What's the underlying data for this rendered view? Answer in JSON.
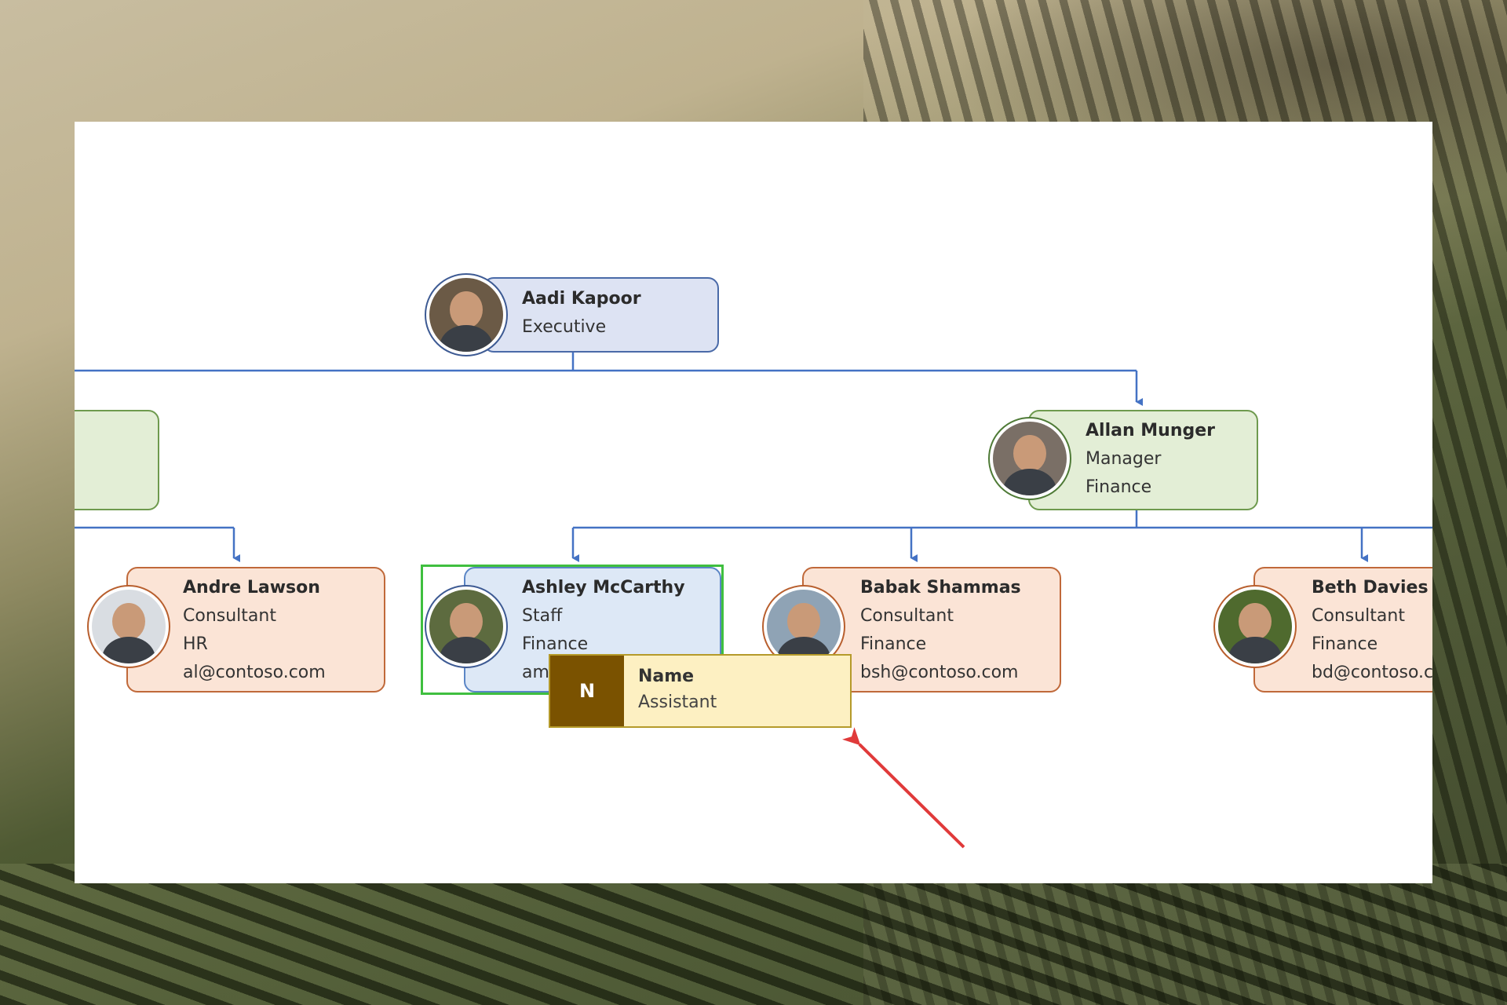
{
  "org_chart": {
    "executive": {
      "name": "Aadi Kapoor",
      "title": "Executive"
    },
    "manager": {
      "name": "Allan Munger",
      "title": "Manager",
      "department": "Finance"
    },
    "staff": [
      {
        "name": "Andre Lawson",
        "title": "Consultant",
        "department": "HR",
        "email": "al@contoso.com"
      },
      {
        "name": "Ashley McCarthy",
        "title": "Staff",
        "department": "Finance",
        "email_partial": "am"
      },
      {
        "name": "Babak Shammas",
        "title": "Consultant",
        "department": "Finance",
        "email": "bsh@contoso.com"
      },
      {
        "name": "Beth Davies",
        "title": "Consultant",
        "department": "Finance",
        "email": "bd@contoso.c"
      }
    ]
  },
  "drag_shape": {
    "initial": "N",
    "name": "Name",
    "role": "Assistant"
  },
  "colors": {
    "connector": "#4472c4",
    "arrow_annotation": "#e03a3a",
    "selection": "#3fbf3f",
    "tooltip_badge": "#7a5200"
  }
}
